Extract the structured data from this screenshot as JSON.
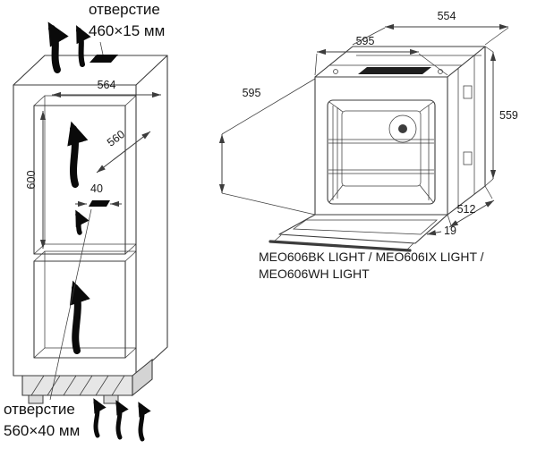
{
  "cabinet": {
    "top_opening_label": "отверстие",
    "top_opening_size": "460×15 мм",
    "width_top": "564",
    "depth": "560",
    "height": "600",
    "slot_width": "40",
    "bottom_opening_label": "отверстие",
    "bottom_opening_size": "560×40 мм"
  },
  "oven": {
    "top_depth": "554",
    "top_width": "595",
    "height": "595",
    "side_height": "559",
    "bottom_depth": "512",
    "door_gap": "19",
    "caption_line1": "MEO606BK LIGHT / MEO606IX LIGHT /",
    "caption_line2": "MEO606WH LIGHT"
  },
  "colors": {
    "line": "#3c3c3c",
    "text": "#1a1a1a",
    "arrow": "#0a0a0a"
  }
}
